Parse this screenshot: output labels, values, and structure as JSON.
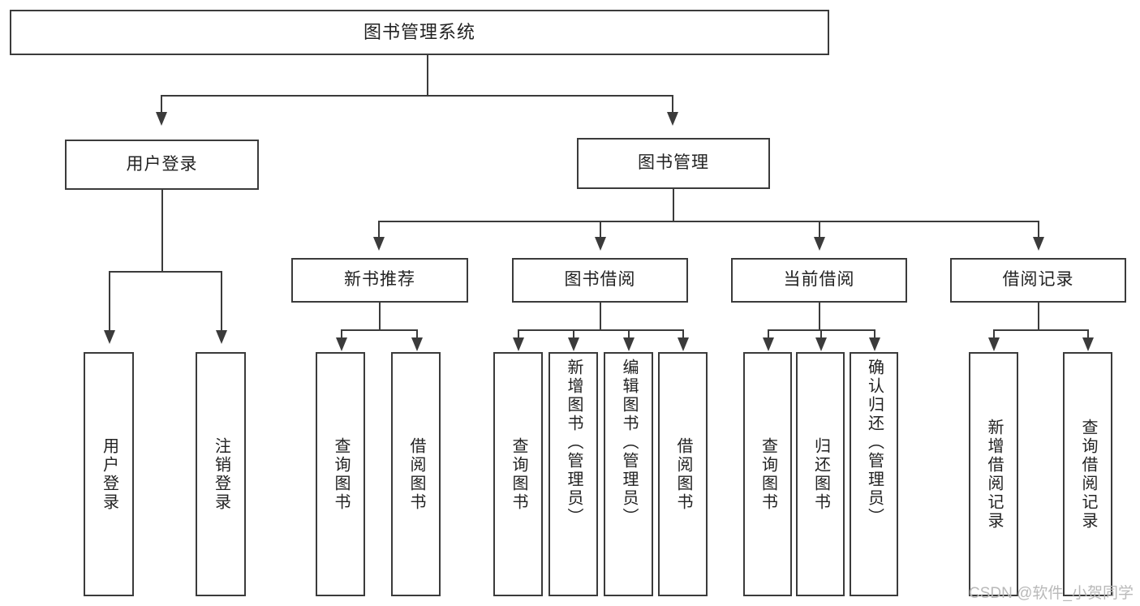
{
  "diagram": {
    "type": "tree",
    "title": "图书管理系统",
    "root": {
      "label": "图书管理系统"
    },
    "level1": [
      {
        "label": "用户登录"
      },
      {
        "label": "图书管理"
      }
    ],
    "level2": [
      {
        "label": "新书推荐"
      },
      {
        "label": "图书借阅"
      },
      {
        "label": "当前借阅"
      },
      {
        "label": "借阅记录"
      }
    ],
    "leaves": {
      "user_login": [
        {
          "label": "用户登录"
        },
        {
          "label": "注销登录"
        }
      ],
      "new_book_recommend": [
        {
          "label": "查询图书"
        },
        {
          "label": "借阅图书"
        }
      ],
      "book_borrow": [
        {
          "label": "查询图书"
        },
        {
          "label": "新增图书（管理员）"
        },
        {
          "label": "编辑图书（管理员）"
        },
        {
          "label": "借阅图书"
        }
      ],
      "current_borrow": [
        {
          "label": "查询图书"
        },
        {
          "label": "归还图书"
        },
        {
          "label": "确认归还（管理员）"
        }
      ],
      "borrow_record": [
        {
          "label": "新增借阅记录"
        },
        {
          "label": "查询借阅记录"
        }
      ]
    }
  },
  "watermark": {
    "text": "CSDN @软件_小贺同学"
  },
  "colors": {
    "stroke": "#3b3b3b",
    "text": "#222222",
    "background": "#ffffff",
    "watermark": "#b9b9b9"
  }
}
